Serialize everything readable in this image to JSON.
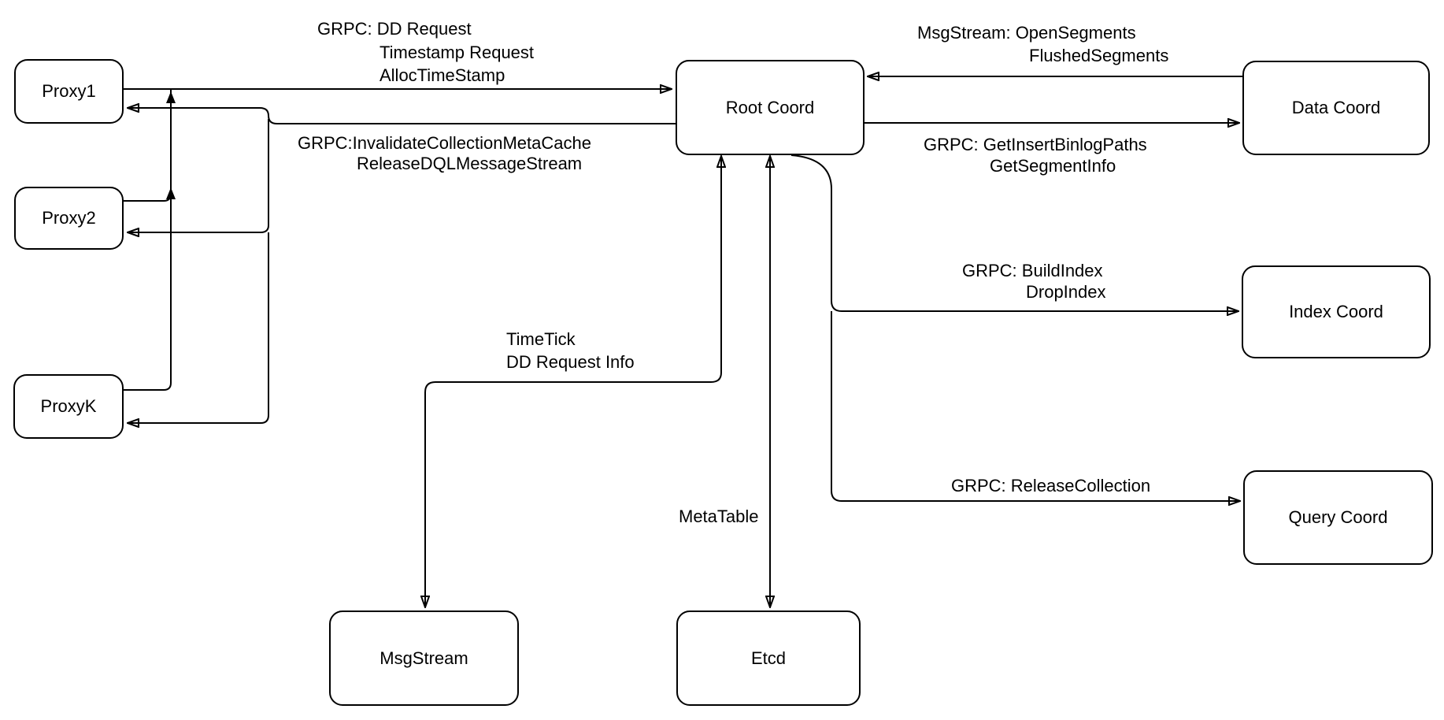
{
  "diagram": {
    "title": "Root Coord architecture diagram",
    "colors": {
      "background": "#ffffff",
      "stroke": "#000000",
      "node_fill": "#ffffff",
      "text": "#000000"
    },
    "nodes": {
      "proxy1": {
        "label": "Proxy1"
      },
      "proxy2": {
        "label": "Proxy2"
      },
      "proxyk": {
        "label": "ProxyK"
      },
      "root_coord": {
        "label": "Root Coord"
      },
      "data_coord": {
        "label": "Data Coord"
      },
      "index_coord": {
        "label": "Index Coord"
      },
      "query_coord": {
        "label": "Query Coord"
      },
      "msg_stream": {
        "label": "MsgStream"
      },
      "etcd": {
        "label": "Etcd"
      }
    },
    "edge_labels": {
      "dd_request": {
        "lines": [
          "GRPC: DD Request",
          "Timestamp Request",
          "AllocTimeStamp"
        ]
      },
      "invalidate_cache": {
        "lines": [
          "GRPC:InvalidateCollectionMetaCache",
          "ReleaseDQLMessageStream"
        ]
      },
      "open_segments": {
        "lines": [
          "MsgStream: OpenSegments",
          "FlushedSegments"
        ]
      },
      "get_insert_binlog": {
        "lines": [
          "GRPC: GetInsertBinlogPaths",
          "GetSegmentInfo"
        ]
      },
      "build_index": {
        "lines": [
          "GRPC: BuildIndex",
          "DropIndex"
        ]
      },
      "release_collection": {
        "lines": [
          "GRPC: ReleaseCollection"
        ]
      },
      "time_tick": {
        "lines": [
          "TimeTick",
          "DD Request Info"
        ]
      },
      "meta_table": {
        "lines": [
          "MetaTable"
        ]
      }
    }
  }
}
